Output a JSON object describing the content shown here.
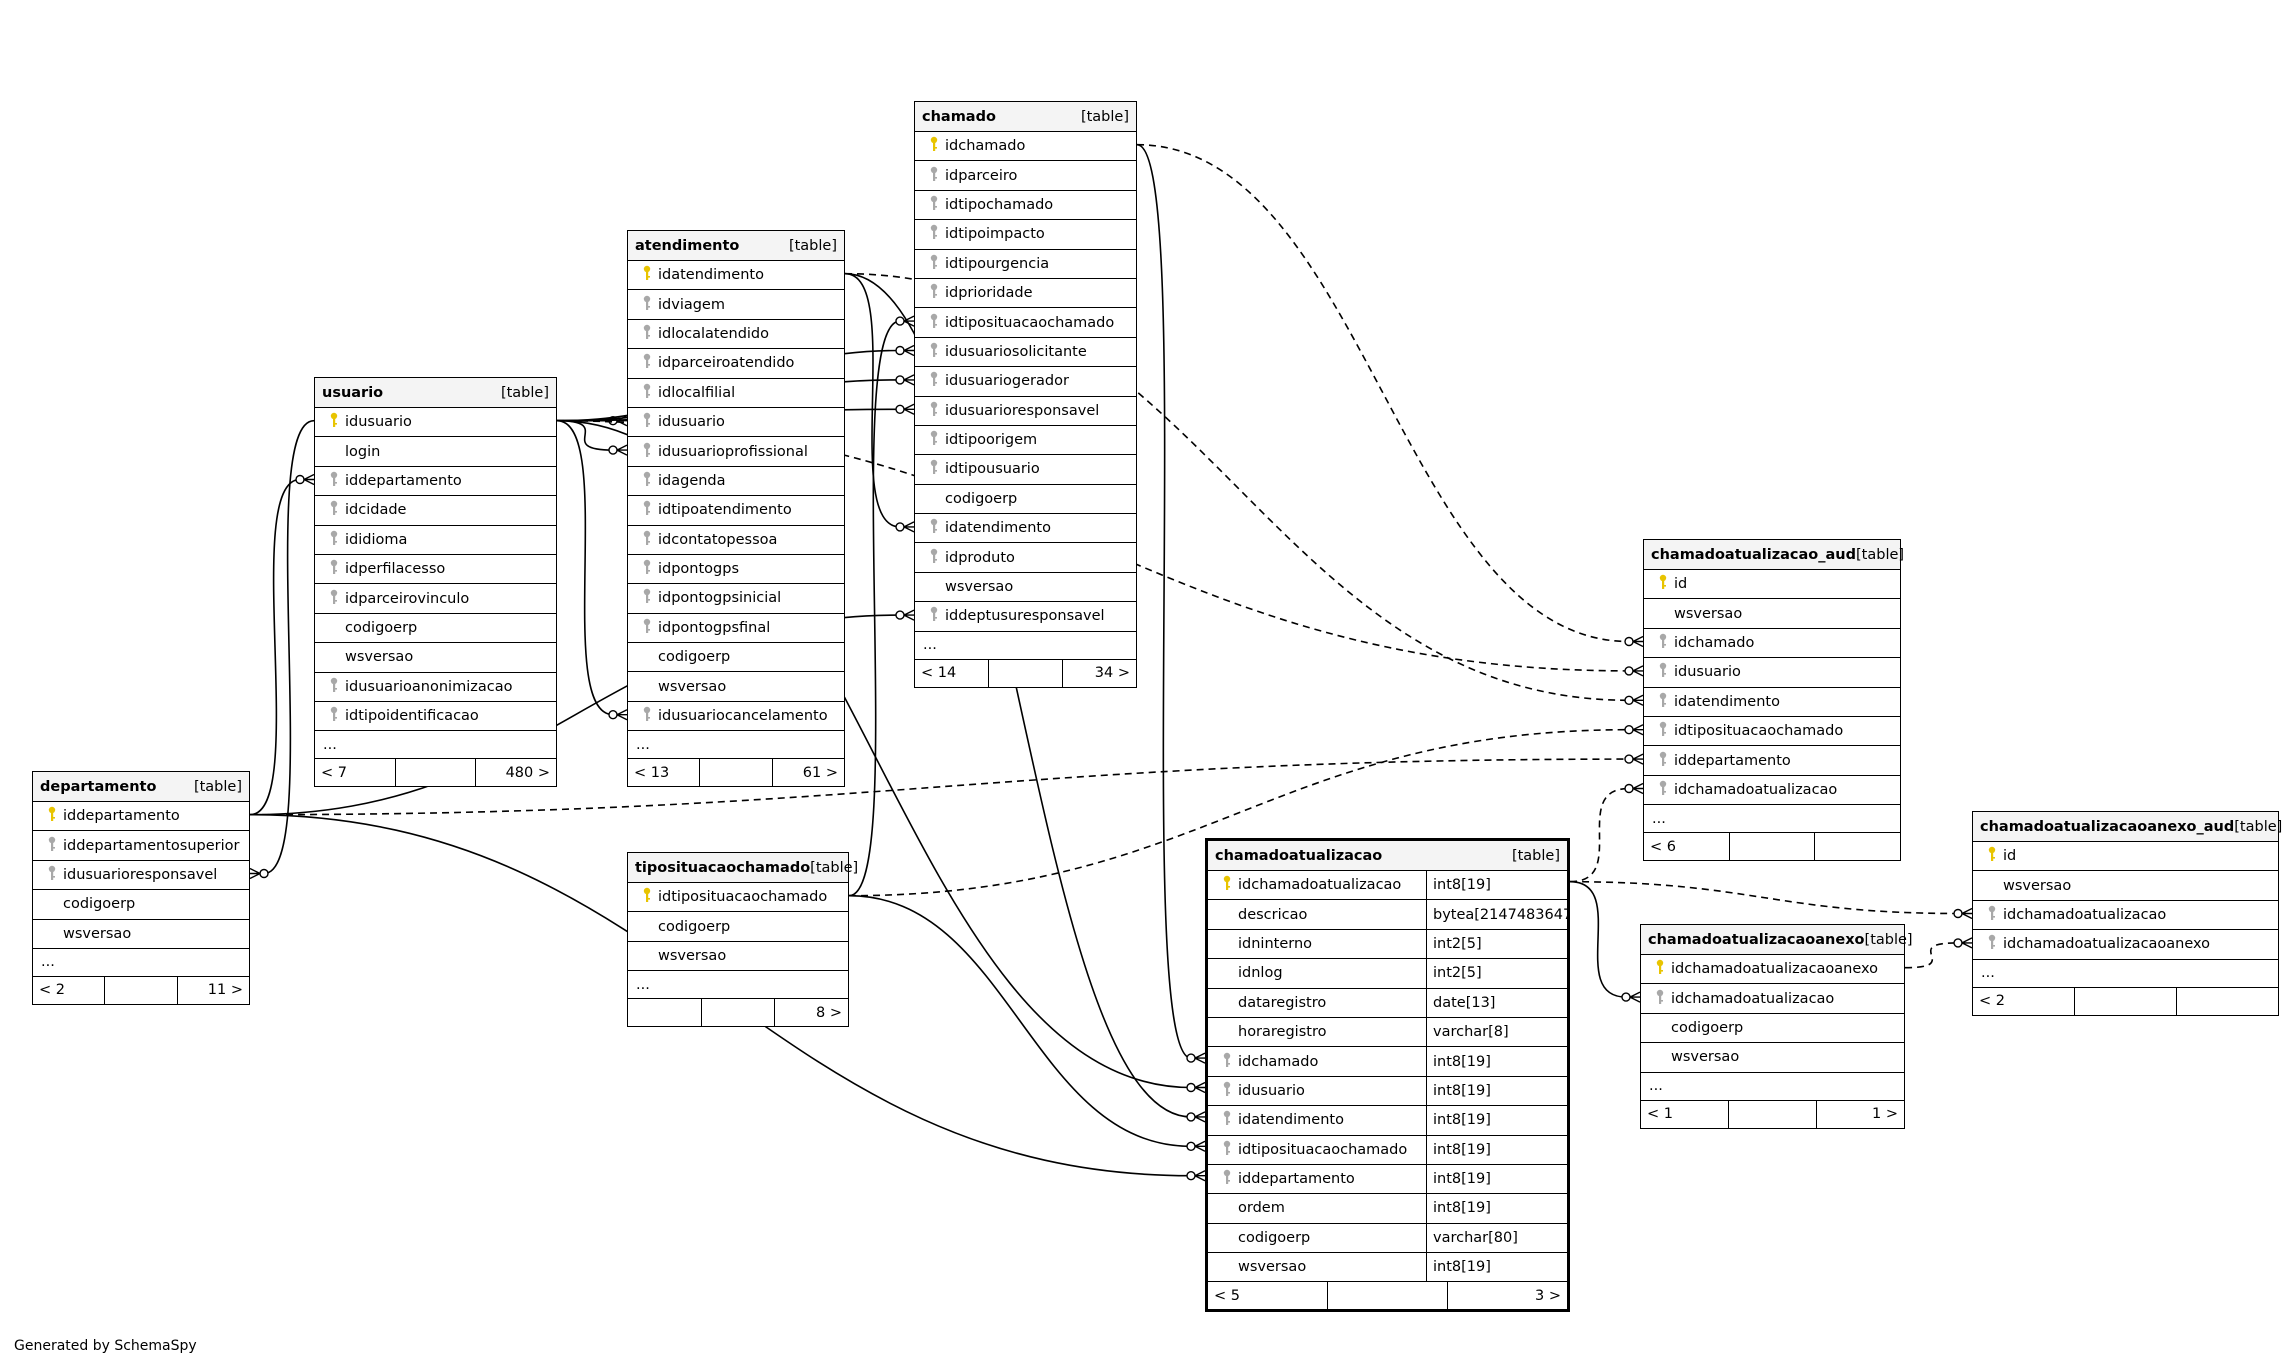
{
  "credit": "Generated by SchemaSpy",
  "tables": [
    {
      "id": "departamento",
      "name": "departamento",
      "tag": "[table]",
      "selected": false,
      "typed": false,
      "columns": [
        {
          "name": "iddepartamento",
          "key": "pk"
        },
        {
          "name": "iddepartamentosuperior",
          "key": "fk"
        },
        {
          "name": "idusuarioresponsavel",
          "key": "fk"
        },
        {
          "name": "codigoerp",
          "key": "none"
        },
        {
          "name": "wsversao",
          "key": "none"
        }
      ],
      "more": "...",
      "footer": [
        "< 2",
        "",
        "11 >"
      ]
    },
    {
      "id": "usuario",
      "name": "usuario",
      "tag": "[table]",
      "selected": false,
      "typed": false,
      "columns": [
        {
          "name": "idusuario",
          "key": "pk"
        },
        {
          "name": "login",
          "key": "none"
        },
        {
          "name": "iddepartamento",
          "key": "fk"
        },
        {
          "name": "idcidade",
          "key": "fk"
        },
        {
          "name": "ididioma",
          "key": "fk"
        },
        {
          "name": "idperfilacesso",
          "key": "fk"
        },
        {
          "name": "idparceirovinculo",
          "key": "fk"
        },
        {
          "name": "codigoerp",
          "key": "none"
        },
        {
          "name": "wsversao",
          "key": "none"
        },
        {
          "name": "idusuarioanonimizacao",
          "key": "fk"
        },
        {
          "name": "idtipoidentificacao",
          "key": "fk"
        }
      ],
      "more": "...",
      "footer": [
        "< 7",
        "",
        "480 >"
      ]
    },
    {
      "id": "atendimento",
      "name": "atendimento",
      "tag": "[table]",
      "selected": false,
      "typed": false,
      "columns": [
        {
          "name": "idatendimento",
          "key": "pk"
        },
        {
          "name": "idviagem",
          "key": "fk"
        },
        {
          "name": "idlocalatendido",
          "key": "fk"
        },
        {
          "name": "idparceiroatendido",
          "key": "fk"
        },
        {
          "name": "idlocalfilial",
          "key": "fk"
        },
        {
          "name": "idusuario",
          "key": "fk"
        },
        {
          "name": "idusuarioprofissional",
          "key": "fk"
        },
        {
          "name": "idagenda",
          "key": "fk"
        },
        {
          "name": "idtipoatendimento",
          "key": "fk"
        },
        {
          "name": "idcontatopessoa",
          "key": "fk"
        },
        {
          "name": "idpontogps",
          "key": "fk"
        },
        {
          "name": "idpontogpsinicial",
          "key": "fk"
        },
        {
          "name": "idpontogpsfinal",
          "key": "fk"
        },
        {
          "name": "codigoerp",
          "key": "none"
        },
        {
          "name": "wsversao",
          "key": "none"
        },
        {
          "name": "idusuariocancelamento",
          "key": "fk"
        }
      ],
      "more": "...",
      "footer": [
        "< 13",
        "",
        "61 >"
      ]
    },
    {
      "id": "chamado",
      "name": "chamado",
      "tag": "[table]",
      "selected": false,
      "typed": false,
      "columns": [
        {
          "name": "idchamado",
          "key": "pk"
        },
        {
          "name": "idparceiro",
          "key": "fk"
        },
        {
          "name": "idtipochamado",
          "key": "fk"
        },
        {
          "name": "idtipoimpacto",
          "key": "fk"
        },
        {
          "name": "idtipourgencia",
          "key": "fk"
        },
        {
          "name": "idprioridade",
          "key": "fk"
        },
        {
          "name": "idtiposituacaochamado",
          "key": "fk"
        },
        {
          "name": "idusuariosolicitante",
          "key": "fk"
        },
        {
          "name": "idusuariogerador",
          "key": "fk"
        },
        {
          "name": "idusuarioresponsavel",
          "key": "fk"
        },
        {
          "name": "idtipoorigem",
          "key": "fk"
        },
        {
          "name": "idtipousuario",
          "key": "fk"
        },
        {
          "name": "codigoerp",
          "key": "none"
        },
        {
          "name": "idatendimento",
          "key": "fk"
        },
        {
          "name": "idproduto",
          "key": "fk"
        },
        {
          "name": "wsversao",
          "key": "none"
        },
        {
          "name": "iddeptusuresponsavel",
          "key": "fk"
        }
      ],
      "more": "...",
      "footer": [
        "< 14",
        "",
        "34 >"
      ]
    },
    {
      "id": "tiposituacaochamado",
      "name": "tiposituacaochamado",
      "tag": "[table]",
      "selected": false,
      "typed": false,
      "columns": [
        {
          "name": "idtiposituacaochamado",
          "key": "pk"
        },
        {
          "name": "codigoerp",
          "key": "none"
        },
        {
          "name": "wsversao",
          "key": "none"
        }
      ],
      "more": "...",
      "footer": [
        "",
        "",
        "8 >"
      ]
    },
    {
      "id": "chamadoatualizacao",
      "name": "chamadoatualizacao",
      "tag": "[table]",
      "selected": true,
      "typed": true,
      "columns": [
        {
          "name": "idchamadoatualizacao",
          "key": "pk",
          "type": "int8[19]"
        },
        {
          "name": "descricao",
          "key": "none",
          "type": "bytea[2147483647]"
        },
        {
          "name": "idninterno",
          "key": "none",
          "type": "int2[5]"
        },
        {
          "name": "idnlog",
          "key": "none",
          "type": "int2[5]"
        },
        {
          "name": "dataregistro",
          "key": "none",
          "type": "date[13]"
        },
        {
          "name": "horaregistro",
          "key": "none",
          "type": "varchar[8]"
        },
        {
          "name": "idchamado",
          "key": "fk",
          "type": "int8[19]"
        },
        {
          "name": "idusuario",
          "key": "fk",
          "type": "int8[19]"
        },
        {
          "name": "idatendimento",
          "key": "fk",
          "type": "int8[19]"
        },
        {
          "name": "idtiposituacaochamado",
          "key": "fk",
          "type": "int8[19]"
        },
        {
          "name": "iddepartamento",
          "key": "fk",
          "type": "int8[19]"
        },
        {
          "name": "ordem",
          "key": "none",
          "type": "int8[19]"
        },
        {
          "name": "codigoerp",
          "key": "none",
          "type": "varchar[80]"
        },
        {
          "name": "wsversao",
          "key": "none",
          "type": "int8[19]"
        }
      ],
      "more": null,
      "footer": [
        "< 5",
        "",
        "3 >"
      ]
    },
    {
      "id": "chamadoatualizacao_aud",
      "name": "chamadoatualizacao_aud",
      "tag": "[table]",
      "selected": false,
      "typed": false,
      "columns": [
        {
          "name": "id",
          "key": "pk"
        },
        {
          "name": "wsversao",
          "key": "none"
        },
        {
          "name": "idchamado",
          "key": "fk"
        },
        {
          "name": "idusuario",
          "key": "fk"
        },
        {
          "name": "idatendimento",
          "key": "fk"
        },
        {
          "name": "idtiposituacaochamado",
          "key": "fk"
        },
        {
          "name": "iddepartamento",
          "key": "fk"
        },
        {
          "name": "idchamadoatualizacao",
          "key": "fk"
        }
      ],
      "more": "...",
      "footer": [
        "< 6",
        "",
        ""
      ]
    },
    {
      "id": "chamadoatualizacaoanexo",
      "name": "chamadoatualizacaoanexo",
      "tag": "[table]",
      "selected": false,
      "typed": false,
      "columns": [
        {
          "name": "idchamadoatualizacaoanexo",
          "key": "pk"
        },
        {
          "name": "idchamadoatualizacao",
          "key": "fk"
        },
        {
          "name": "codigoerp",
          "key": "none"
        },
        {
          "name": "wsversao",
          "key": "none"
        }
      ],
      "more": "...",
      "footer": [
        "< 1",
        "",
        "1 >"
      ]
    },
    {
      "id": "chamadoatualizacaoanexo_aud",
      "name": "chamadoatualizacaoanexo_aud",
      "tag": "[table]",
      "selected": false,
      "typed": false,
      "columns": [
        {
          "name": "id",
          "key": "pk"
        },
        {
          "name": "wsversao",
          "key": "none"
        },
        {
          "name": "idchamadoatualizacao",
          "key": "fk"
        },
        {
          "name": "idchamadoatualizacaoanexo",
          "key": "fk"
        }
      ],
      "more": "...",
      "footer": [
        "< 2",
        "",
        ""
      ]
    }
  ],
  "relations": [
    {
      "from": "usuario.idusuario",
      "to": "atendimento.idusuario",
      "style": "solid"
    },
    {
      "from": "usuario.idusuario",
      "to": "atendimento.idusuarioprofissional",
      "style": "solid"
    },
    {
      "from": "usuario.idusuario",
      "to": "atendimento.idusuariocancelamento",
      "style": "solid"
    },
    {
      "from": "usuario.idusuario",
      "to": "chamado.idusuariosolicitante",
      "style": "solid"
    },
    {
      "from": "usuario.idusuario",
      "to": "chamado.idusuariogerador",
      "style": "solid"
    },
    {
      "from": "usuario.idusuario",
      "to": "chamado.idusuarioresponsavel",
      "style": "solid"
    },
    {
      "from": "usuario.idusuario",
      "to": "departamento.idusuarioresponsavel",
      "style": "solid"
    },
    {
      "from": "usuario.idusuario",
      "to": "chamadoatualizacao.idusuario",
      "style": "solid"
    },
    {
      "from": "usuario.idusuario",
      "to": "chamadoatualizacao_aud.idusuario",
      "style": "dashed"
    },
    {
      "from": "departamento.iddepartamento",
      "to": "usuario.iddepartamento",
      "style": "solid"
    },
    {
      "from": "departamento.iddepartamento",
      "to": "chamado.iddeptusuresponsavel",
      "style": "solid"
    },
    {
      "from": "departamento.iddepartamento",
      "to": "chamadoatualizacao.iddepartamento",
      "style": "solid"
    },
    {
      "from": "departamento.iddepartamento",
      "to": "chamadoatualizacao_aud.iddepartamento",
      "style": "dashed"
    },
    {
      "from": "atendimento.idatendimento",
      "to": "chamado.idatendimento",
      "style": "solid"
    },
    {
      "from": "atendimento.idatendimento",
      "to": "chamadoatualizacao.idatendimento",
      "style": "solid"
    },
    {
      "from": "atendimento.idatendimento",
      "to": "chamadoatualizacao_aud.idatendimento",
      "style": "dashed"
    },
    {
      "from": "tiposituacaochamado.idtiposituacaochamado",
      "to": "chamado.idtiposituacaochamado",
      "style": "solid"
    },
    {
      "from": "tiposituacaochamado.idtiposituacaochamado",
      "to": "chamadoatualizacao.idtiposituacaochamado",
      "style": "solid"
    },
    {
      "from": "tiposituacaochamado.idtiposituacaochamado",
      "to": "chamadoatualizacao_aud.idtiposituacaochamado",
      "style": "dashed"
    },
    {
      "from": "chamado.idchamado",
      "to": "chamadoatualizacao.idchamado",
      "style": "solid"
    },
    {
      "from": "chamado.idchamado",
      "to": "chamadoatualizacao_aud.idchamado",
      "style": "dashed"
    },
    {
      "from": "chamadoatualizacao.idchamadoatualizacao",
      "to": "chamadoatualizacaoanexo.idchamadoatualizacao",
      "style": "solid"
    },
    {
      "from": "chamadoatualizacao.idchamadoatualizacao",
      "to": "chamadoatualizacao_aud.idchamadoatualizacao",
      "style": "dashed"
    },
    {
      "from": "chamadoatualizacao.idchamadoatualizacao",
      "to": "chamadoatualizacaoanexo_aud.idchamadoatualizacao",
      "style": "dashed"
    },
    {
      "from": "chamadoatualizacaoanexo.idchamadoatualizacaoanexo",
      "to": "chamadoatualizacaoanexo_aud.idchamadoatualizacaoanexo",
      "style": "dashed"
    }
  ]
}
